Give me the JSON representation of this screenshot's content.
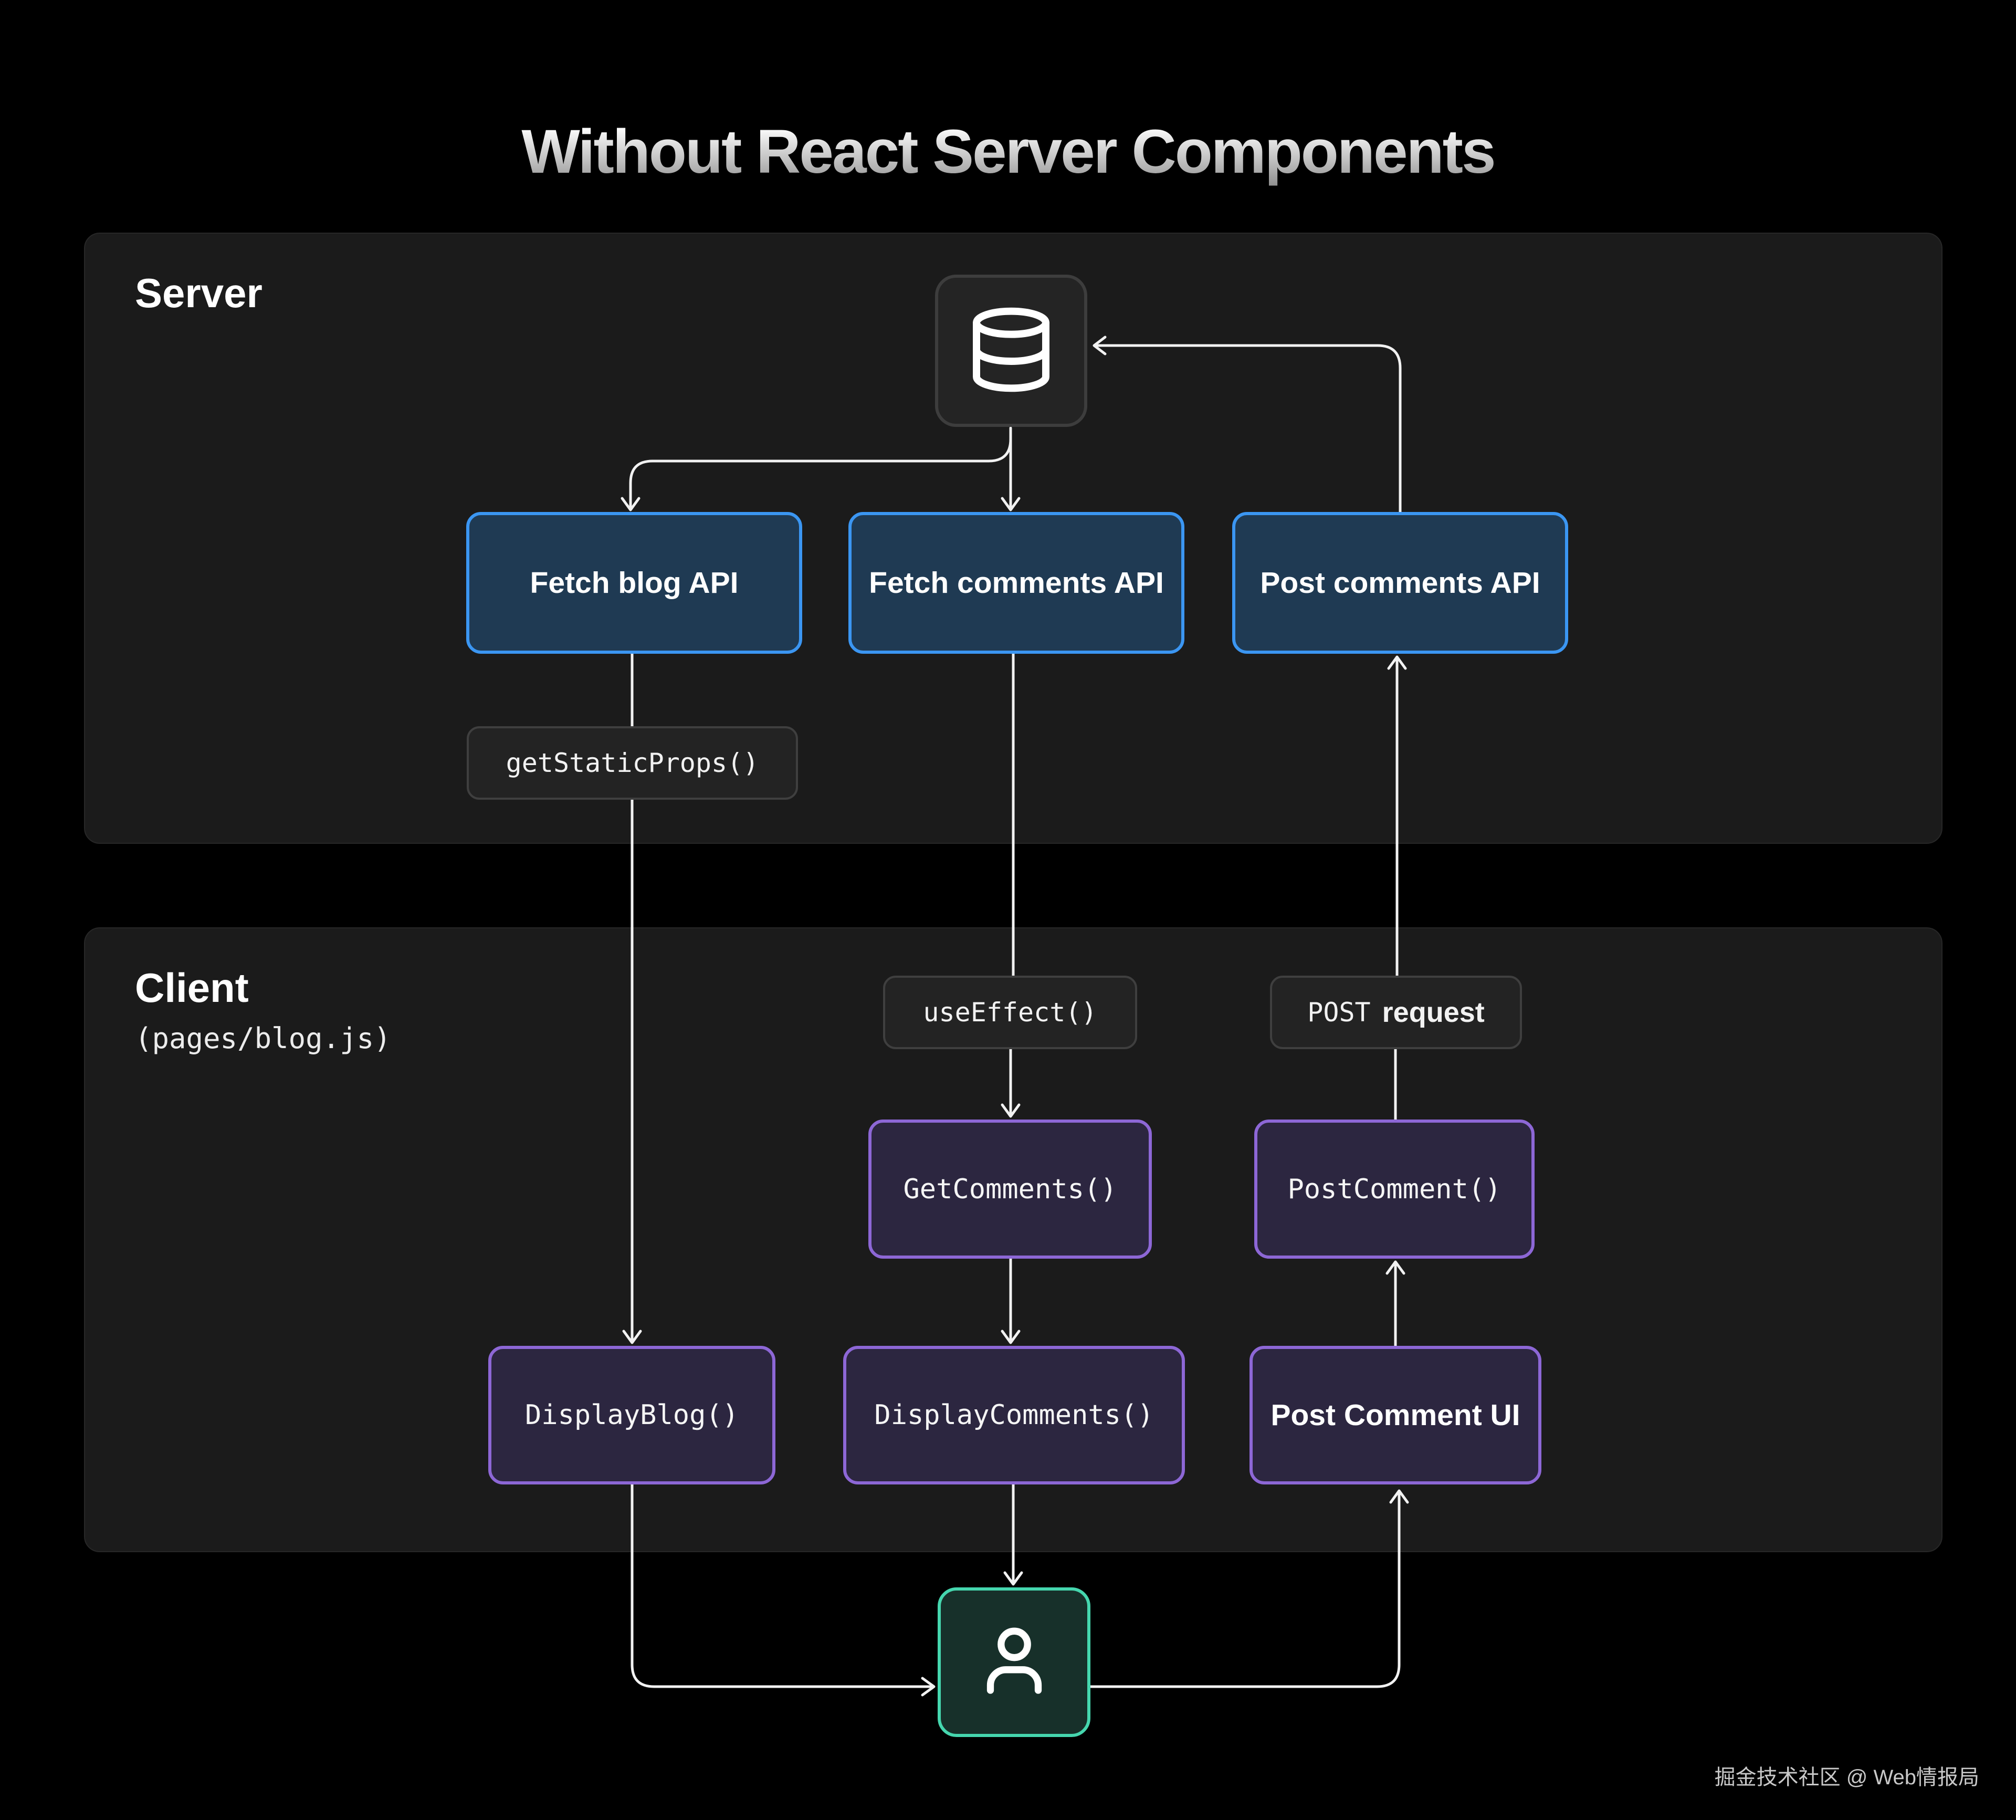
{
  "title": "Without React Server Components",
  "watermark": "掘金技术社区 @ Web情报局",
  "colors": {
    "page-bg": "#000000",
    "panel-bg": "#1b1b1b",
    "panel-border": "#272727",
    "blue-border": "#3b96f2",
    "blue-fill": "#1f3a53",
    "purple-border": "#8d67d6",
    "purple-fill": "#2c2640",
    "teal-border": "#45d6ae",
    "teal-fill": "#17302a",
    "gray-border": "#3f3f3f",
    "gray-fill": "#232323",
    "wire": "#f2f2f2"
  },
  "server": {
    "label": "Server"
  },
  "client": {
    "label": "Client",
    "path": "(pages/blog.js)"
  },
  "nodes": {
    "database": {
      "icon": "database-icon"
    },
    "fetch_blog": {
      "label": "Fetch blog API"
    },
    "fetch_comments": {
      "label": "Fetch comments API"
    },
    "post_comments": {
      "label": "Post comments API"
    },
    "get_static_props": {
      "label": "getStaticProps()"
    },
    "use_effect": {
      "label": "useEffect()"
    },
    "post_request": {
      "mono": "POST",
      "bold": "request"
    },
    "get_comments": {
      "label": "GetComments()"
    },
    "post_comment": {
      "label": "PostComment()"
    },
    "display_blog": {
      "label": "DisplayBlog()"
    },
    "display_comments": {
      "label": "DisplayComments()"
    },
    "post_comment_ui": {
      "label": "Post Comment UI"
    },
    "user": {
      "icon": "user-icon"
    }
  }
}
